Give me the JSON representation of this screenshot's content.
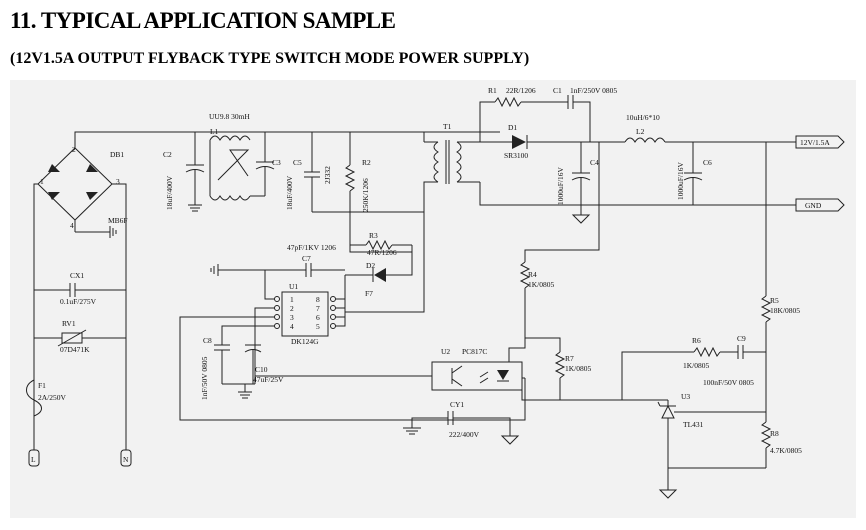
{
  "header": {
    "title": "11. TYPICAL APPLICATION SAMPLE",
    "subtitle": "(12V1.5A OUTPUT FLYBACK TYPE SWITCH MODE POWER SUPPLY)"
  },
  "labels": {
    "db1": "DB1",
    "mb6f": "MB6F",
    "db1_pin1": "1",
    "db1_pin2": "2",
    "db1_pin3": "3",
    "db1_pin4": "4",
    "c2": "C2",
    "c2_val": "18uF/400V",
    "l1_val": "UU9.8 30mH",
    "l1": "L1",
    "c3": "C3",
    "c3_val": "18uF/400V",
    "c5": "C5",
    "c5_val": "2J332",
    "r2": "R2",
    "r2_val": "250K/1206",
    "t1": "T1",
    "r1": "R1",
    "r1_val": "22R/1206",
    "c1": "C1",
    "c1_val": "1nF/250V 0805",
    "d1": "D1",
    "d1_val": "SR3100",
    "c4": "C4",
    "c4_val": "1000uF/16V",
    "l2_val": "10uH/6*10",
    "l2": "L2",
    "c6": "C6",
    "c6_val": "1000uF/16V",
    "out_12v": "12V/1.5A",
    "out_gnd": "GND",
    "r3": "R3",
    "r3_val": "47R/1206",
    "c7_val": "47pF/1KV 1206",
    "c7": "C7",
    "d2": "D2",
    "d2_val": "F7",
    "u1": "U1",
    "u1_chip": "DK124G",
    "pin1": "1",
    "pin2": "2",
    "pin3": "3",
    "pin4": "4",
    "pin5": "5",
    "pin6": "6",
    "pin7": "7",
    "pin8": "8",
    "cx1": "CX1",
    "cx1_val": "0.1uF/275V",
    "rv1": "RV1",
    "rv1_val": "07D471K",
    "f1": "F1",
    "f1_val": "2A/250V",
    "c8": "C8",
    "c8_val": "1nF/50V 0805",
    "c10": "C10",
    "c10_val": "47uF/25V",
    "u2": "U2",
    "u2_val": "PC817C",
    "r4": "R4",
    "r4_val": "1K/0805",
    "r7": "R7",
    "r7_val": "1K/0805",
    "r5": "R5",
    "r5_val": "18K/0805",
    "r6": "R6",
    "r6_val": "1K/0805",
    "c9": "C9",
    "c9_val": "100nF/50V 0805",
    "u3": "U3",
    "u3_val": "TL431",
    "r8": "R8",
    "r8_val": "4.7K/0805",
    "cy1": "CY1",
    "cy1_val": "222/400V",
    "term_l": "L",
    "term_n": "N"
  }
}
